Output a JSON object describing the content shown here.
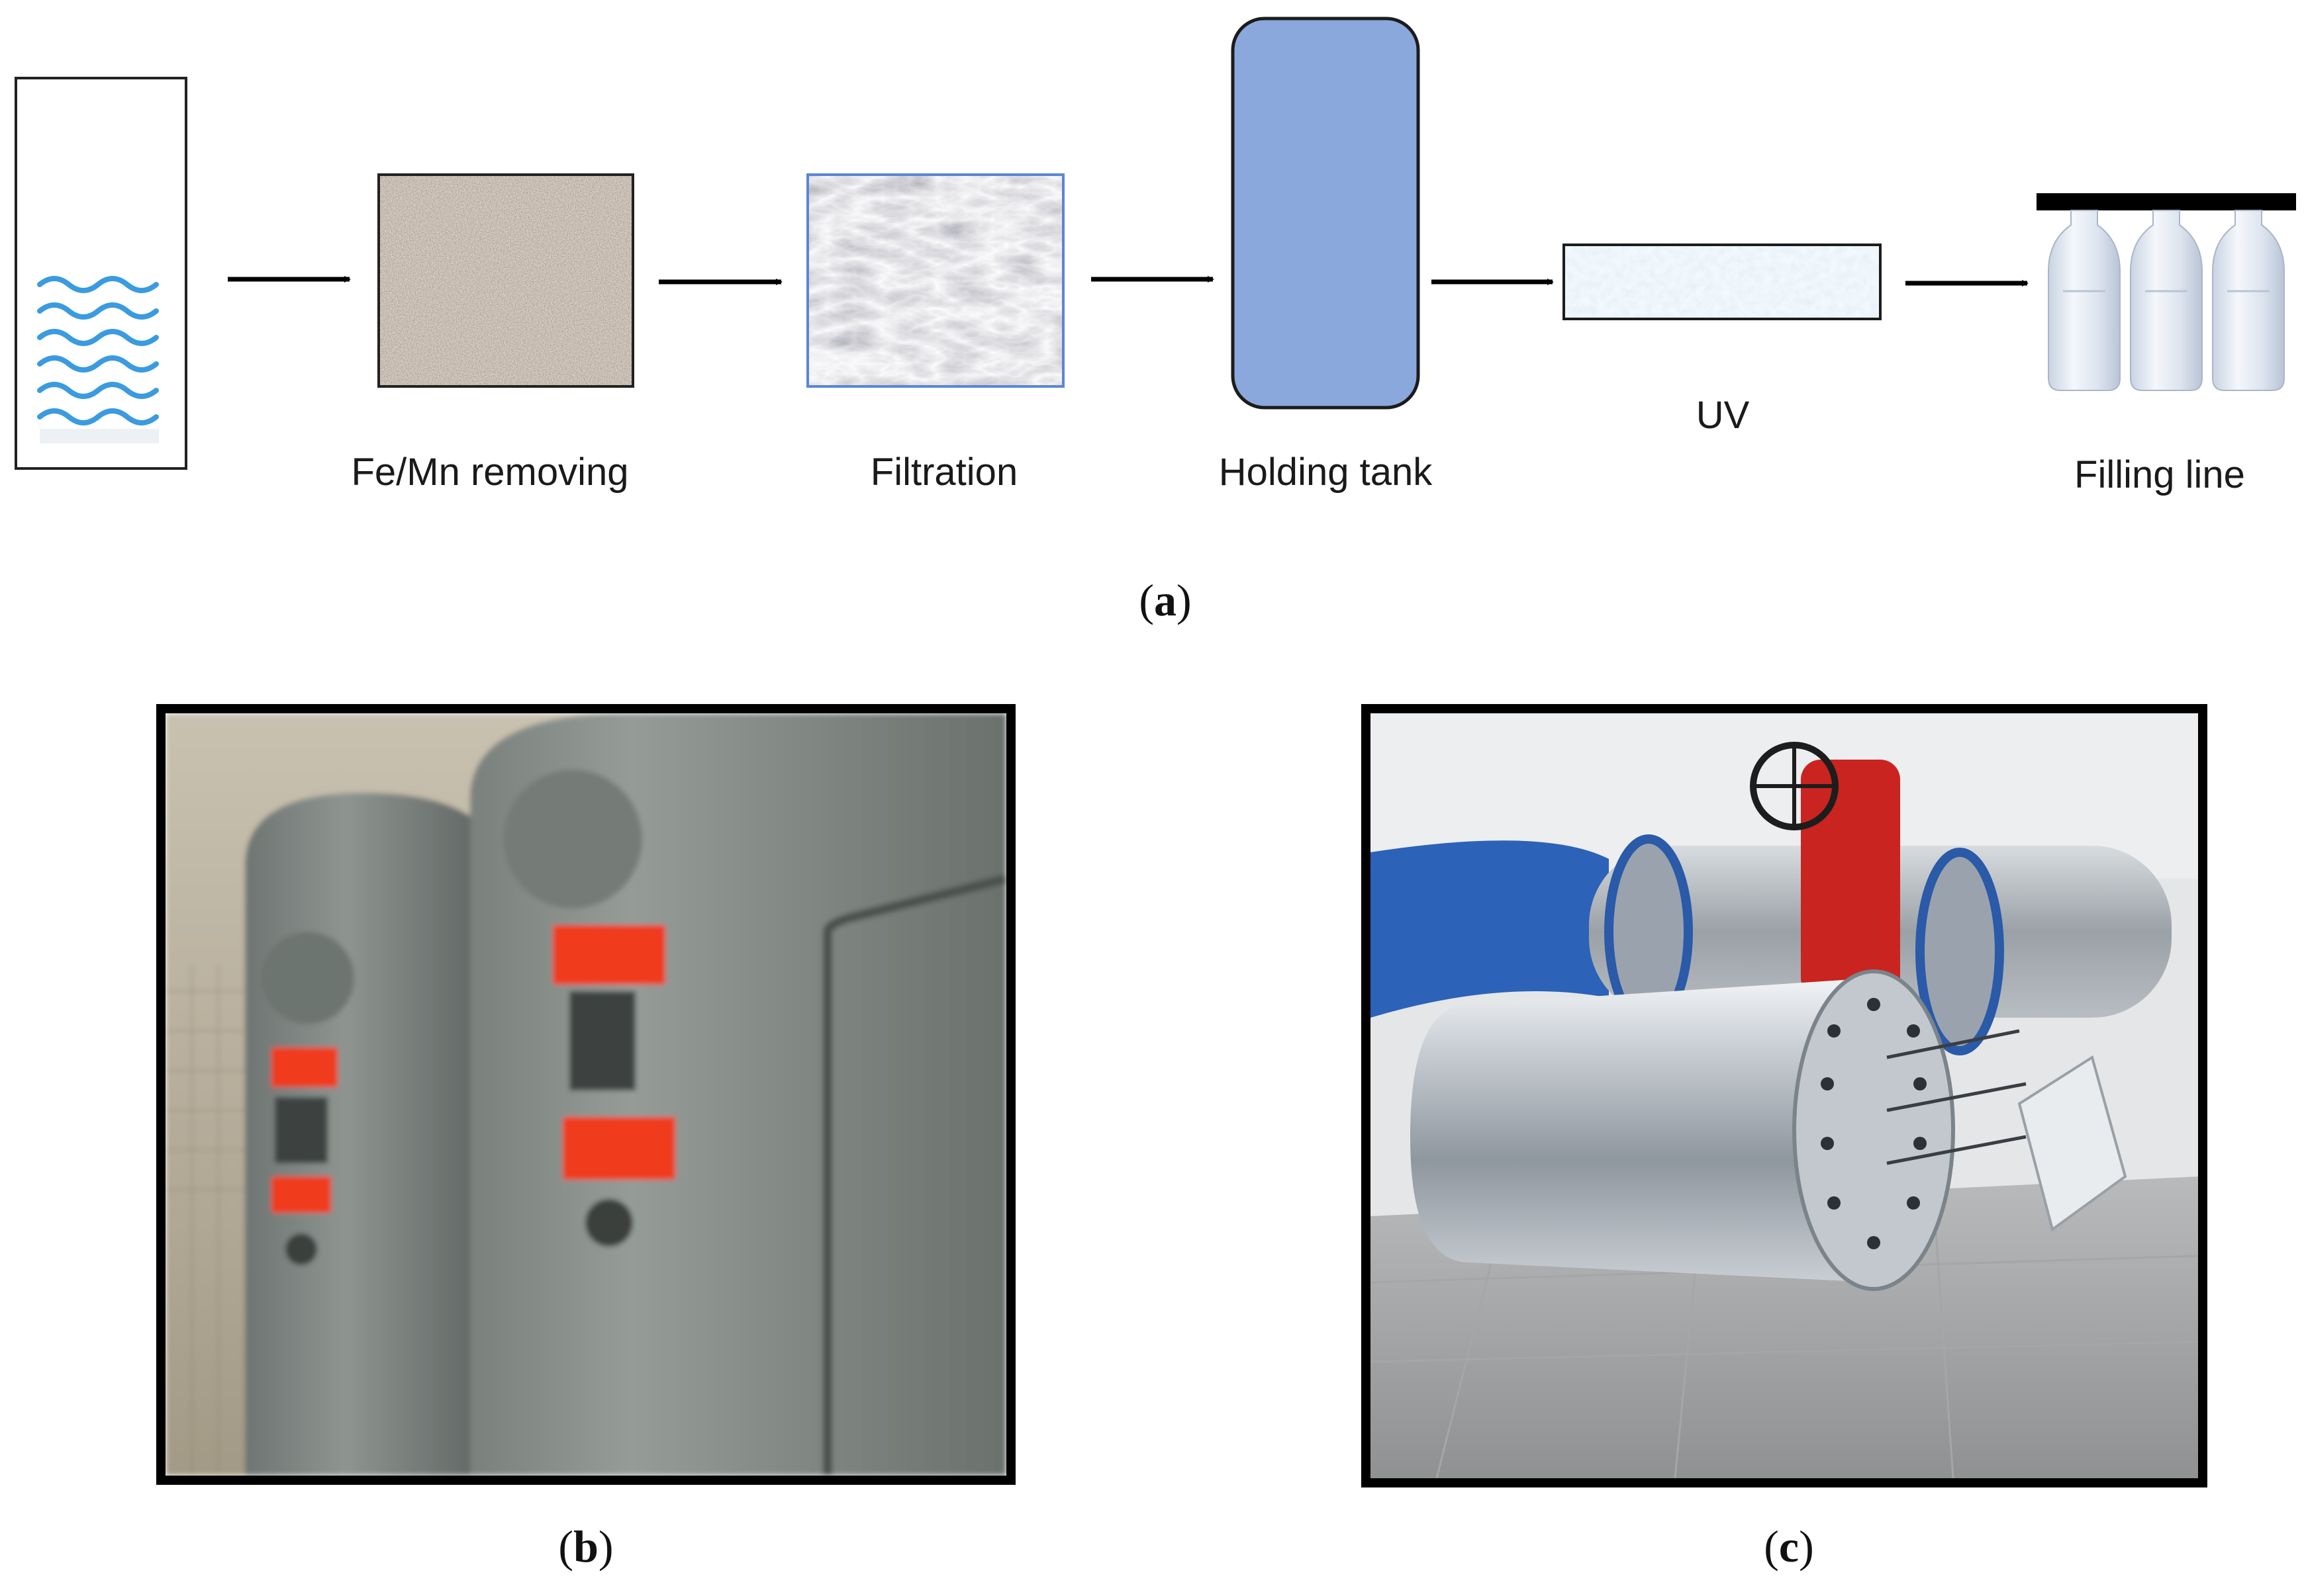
{
  "diagram": {
    "stages": [
      {
        "id": "source",
        "label": ""
      },
      {
        "id": "fe-mn",
        "label": "Fe/Mn removing"
      },
      {
        "id": "filtration",
        "label": "Filtration"
      },
      {
        "id": "holding-tank",
        "label": "Holding tank"
      },
      {
        "id": "uv",
        "label": "UV"
      },
      {
        "id": "filling-line",
        "label": "Filling line"
      }
    ],
    "colors": {
      "water_waves": "#3a9be0",
      "holding_tank_fill": "#8aa8dc",
      "arrow": "#000000",
      "uv_fill": "#dce9f6"
    }
  },
  "captions": {
    "a": {
      "open": "(",
      "letter": "a",
      "close": ")"
    },
    "b": {
      "open": "(",
      "letter": "b",
      "close": ")"
    },
    "c": {
      "open": "(",
      "letter": "c",
      "close": ")"
    }
  },
  "photos": {
    "b": {
      "subject": "iron-manganese-filter-tanks-photo"
    },
    "c": {
      "subject": "uv-disinfection-unit-photo"
    }
  }
}
